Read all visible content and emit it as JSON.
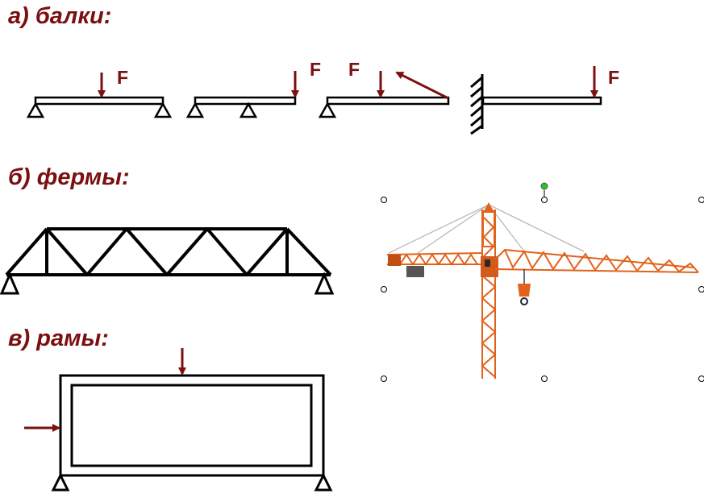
{
  "sections": {
    "beams": "а) балки:",
    "trusses": "б) фермы:",
    "frames": "в) рамы:"
  },
  "force_label": "F",
  "colors": {
    "heading": "#7a1010",
    "arrow": "#7a1010",
    "structure": "#000000",
    "crane": "#e2621b",
    "selection_handle_rotate": "#27c427"
  },
  "image": {
    "subject": "tower crane"
  }
}
